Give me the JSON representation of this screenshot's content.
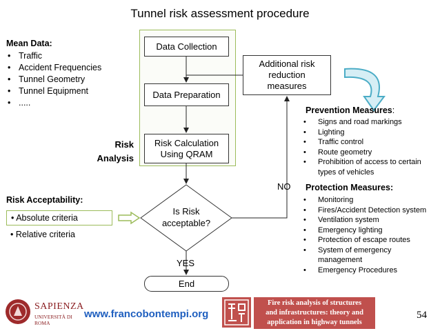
{
  "title": "Tunnel risk assessment procedure",
  "mean_data": {
    "heading": "Mean Data:",
    "items": [
      "Traffic",
      "Accident Frequencies",
      "Tunnel Geometry",
      "Tunnel Equipment",
      "....."
    ]
  },
  "risk_analysis_label": [
    "Risk",
    "Analysis"
  ],
  "flow": {
    "data_collection": "Data Collection",
    "data_preparation": "Data Preparation",
    "risk_calculation": [
      "Risk Calculation",
      "Using QRAM"
    ],
    "decision": [
      "Is Risk",
      "acceptable?"
    ],
    "no_label": "NO",
    "yes_label": "YES",
    "end": "End",
    "additional": [
      "Additional risk",
      "reduction",
      "measures"
    ]
  },
  "acceptability": {
    "heading": "Risk Acceptability:",
    "absolute": "Absolute criteria",
    "relative": "Relative criteria"
  },
  "prevention": {
    "heading": "Prevention Measures",
    "colon": ":",
    "items": [
      "Signs and road markings",
      "Lighting",
      "Traffic control",
      "Route geometry",
      "Prohibition of access to certain types of vehicles"
    ]
  },
  "protection": {
    "heading": "Protection Measures:",
    "items": [
      "Monitoring",
      "Fires/Accident Detection system",
      "Ventilation system",
      "Emergency lighting",
      "Protection of escape routes",
      "System of emergency management",
      "Emergency Procedures"
    ]
  },
  "footer": {
    "university_main": "SAPIENZA",
    "university_sub": "UNIVERSITÀ DI ROMA",
    "website": "www.francobontempi.org",
    "course": [
      "Fire risk analysis of structures",
      "and infrastructures: theory and",
      "application in highway tunnels"
    ],
    "page_number": "54"
  },
  "colors": {
    "green": "#9bbb59",
    "blue_arrow": "#4bacc6",
    "red": "#c0504d",
    "link": "#1f5fbf"
  }
}
